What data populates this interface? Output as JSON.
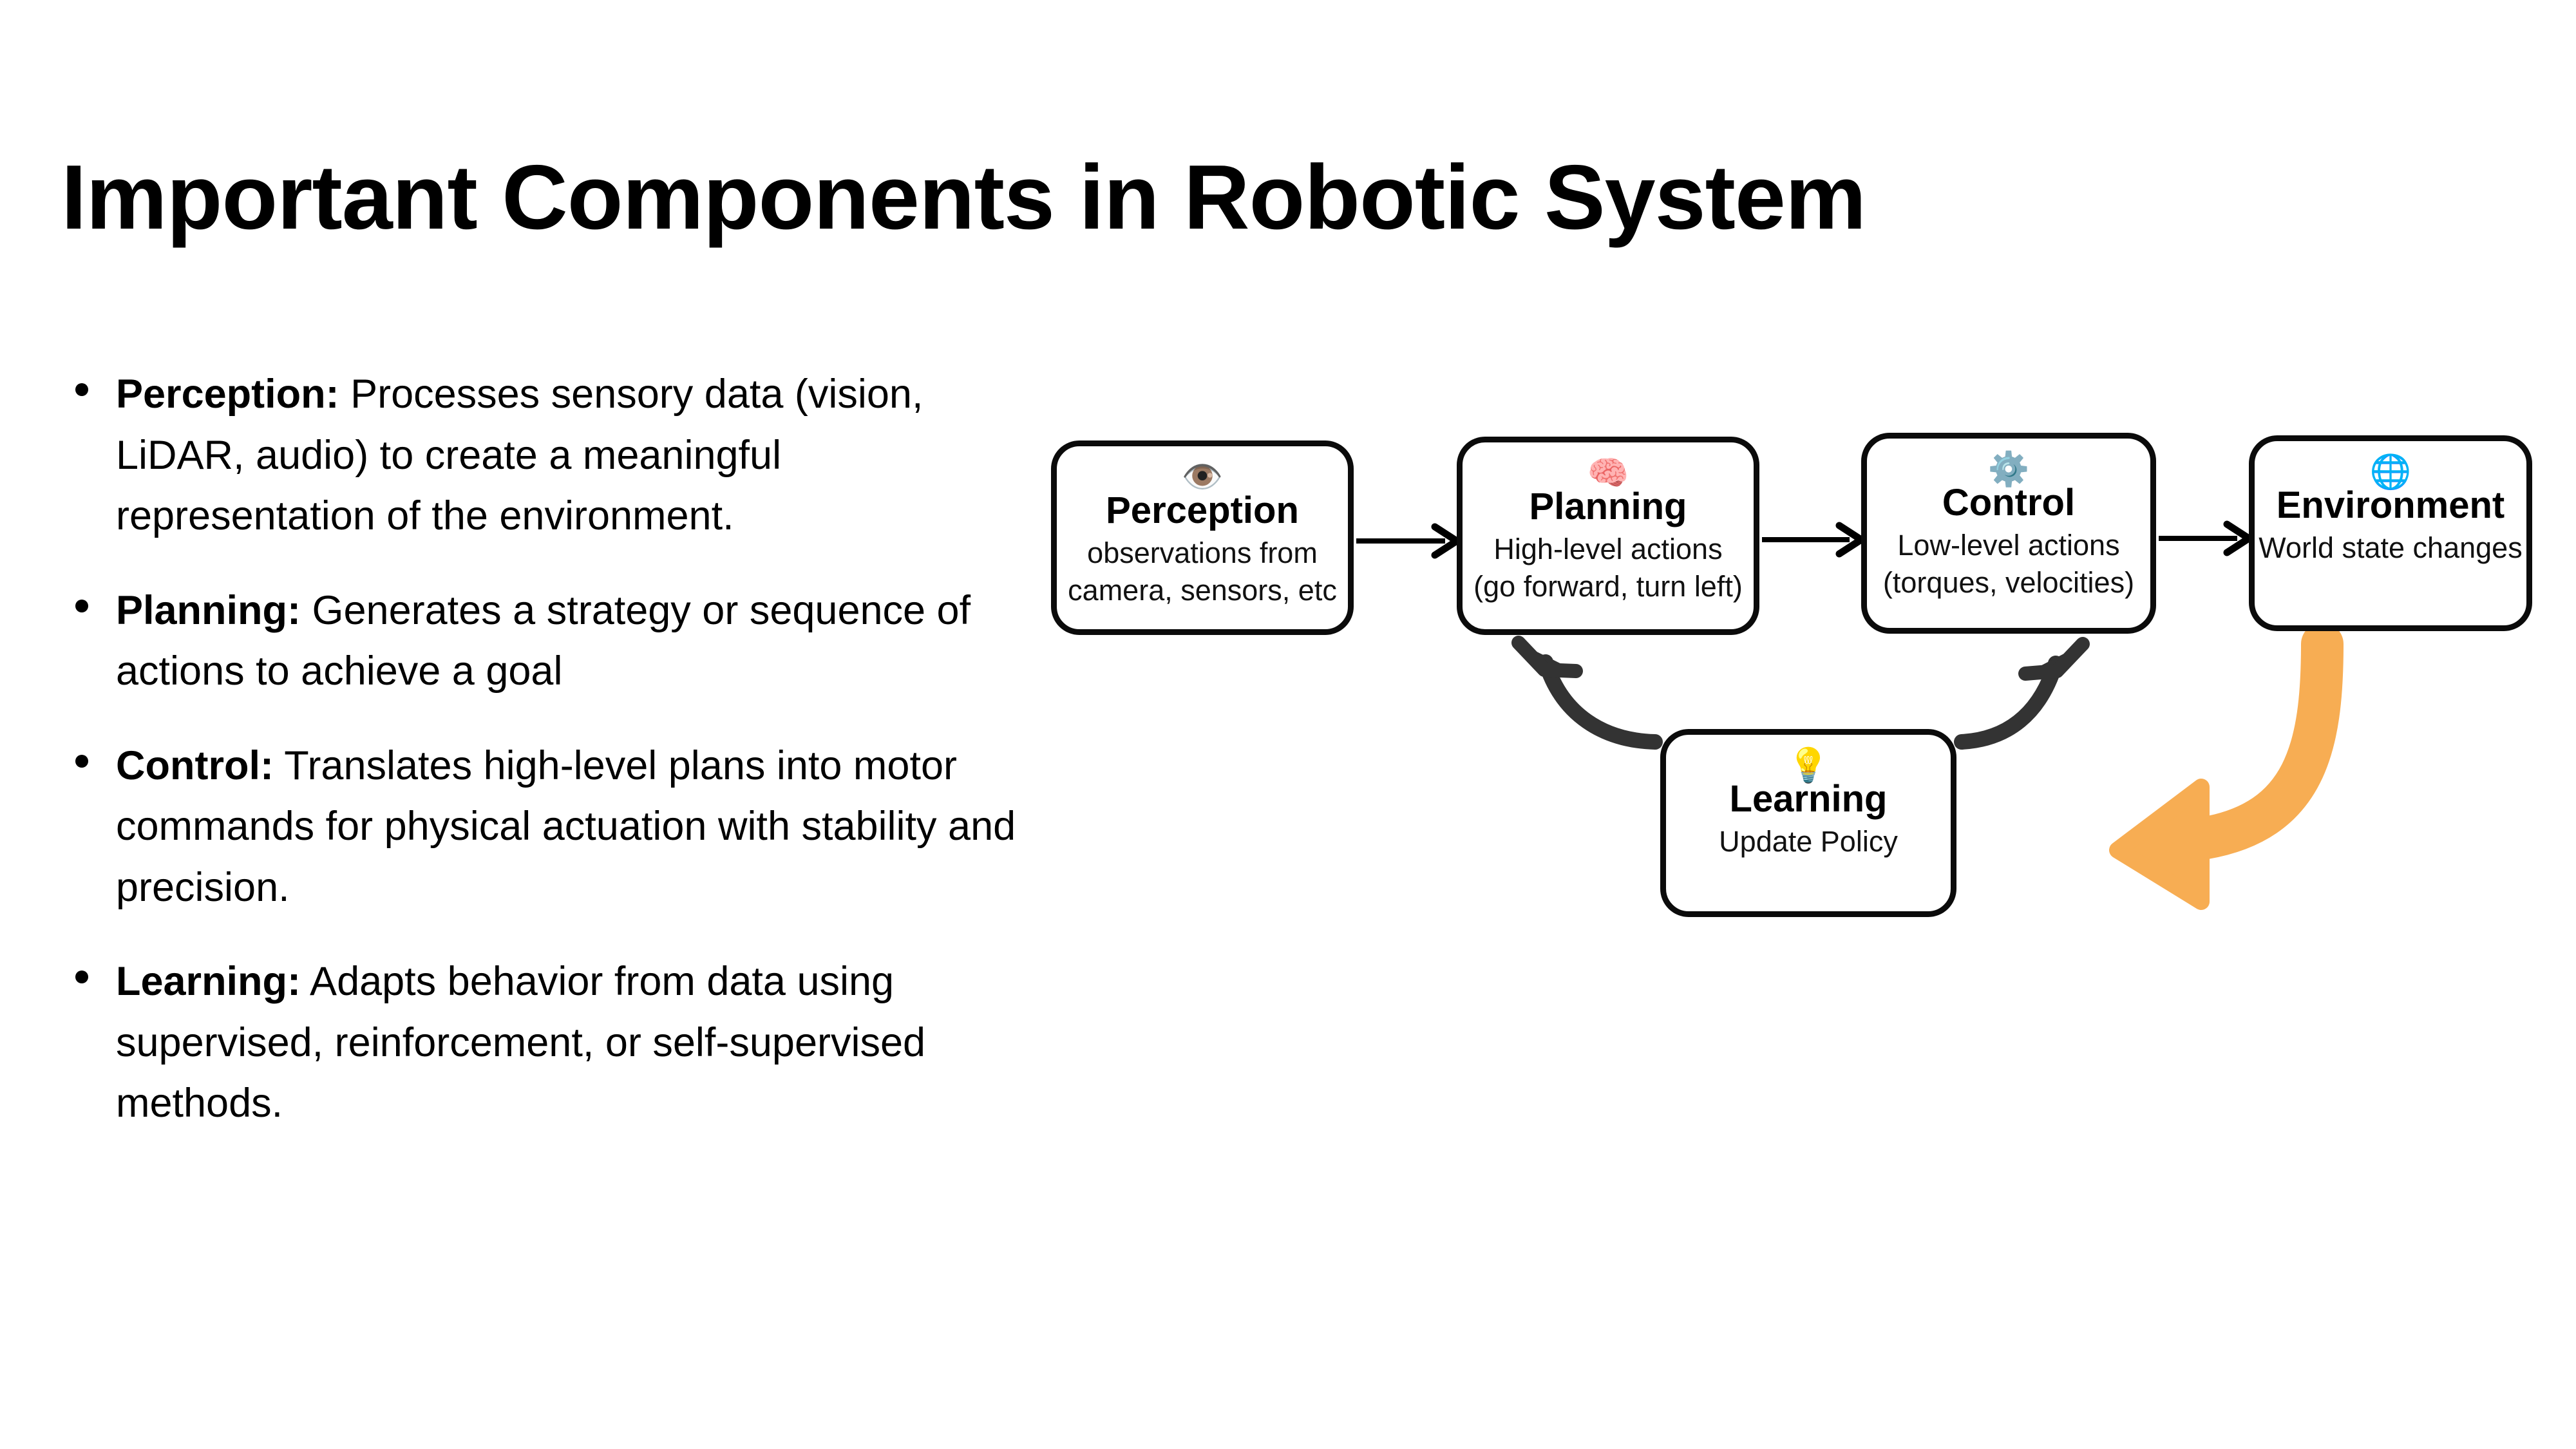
{
  "slide": {
    "title": "Important Components in Robotic System",
    "background_color": "#ffffff"
  },
  "bullets": [
    {
      "term": "Perception:",
      "text": " Processes sensory data (vision, LiDAR, audio) to create a meaningful representation of the environment."
    },
    {
      "term": "Planning:",
      "text": " Generates a strategy or sequence of actions to achieve a goal"
    },
    {
      "term": "Control:",
      "text": " Translates high-level plans into motor commands for physical actuation with stability and precision."
    },
    {
      "term": "Learning:",
      "text": " Adapts behavior from data using supervised, reinforcement, or self-supervised methods."
    }
  ],
  "diagram": {
    "nodes": [
      {
        "id": "perception",
        "icon": "eye-icon",
        "icon_glyph": "👁️",
        "title": "Perception",
        "subtitle": "observations from\ncamera, sensors, etc"
      },
      {
        "id": "planning",
        "icon": "brain-icon",
        "icon_glyph": "🧠",
        "title": "Planning",
        "subtitle": "High-level actions\n(go forward, turn left)"
      },
      {
        "id": "control",
        "icon": "gears-icon",
        "icon_glyph": "⚙️",
        "title": "Control",
        "subtitle": "Low-level actions\n(torques, velocities)"
      },
      {
        "id": "environment",
        "icon": "globe-icon",
        "icon_glyph": "🌐",
        "title": "Environment",
        "subtitle": "World state changes"
      },
      {
        "id": "learning",
        "icon": "lightbulb-icon",
        "icon_glyph": "💡",
        "title": "Learning",
        "subtitle": "Update Policy"
      }
    ],
    "edges": [
      {
        "id": "perception-to-planning",
        "from": "perception",
        "to": "planning",
        "style": "straight-thin-black"
      },
      {
        "id": "planning-to-control",
        "from": "planning",
        "to": "control",
        "style": "straight-thin-black"
      },
      {
        "id": "control-to-environment",
        "from": "control",
        "to": "environment",
        "style": "straight-thin-black"
      },
      {
        "id": "learning-to-planning",
        "from": "learning",
        "to": "planning",
        "style": "curved-thick-dark"
      },
      {
        "id": "learning-to-control",
        "from": "learning",
        "to": "control",
        "style": "curved-thick-dark"
      },
      {
        "id": "environment-to-learning",
        "from": "environment",
        "to": "learning",
        "style": "curved-thick-orange"
      }
    ],
    "colors": {
      "node_border": "#0b0b0b",
      "node_fill": "#ffffff",
      "thin_arrow": "#000000",
      "dark_arrow": "#333333",
      "feedback_arrow": "#f7ad53",
      "eye_iris": "#4aa3e8",
      "brain_fill": "#f5b161",
      "gear_blue": "#2b3a9e",
      "bulb_yellow": "#f4d93e"
    }
  }
}
